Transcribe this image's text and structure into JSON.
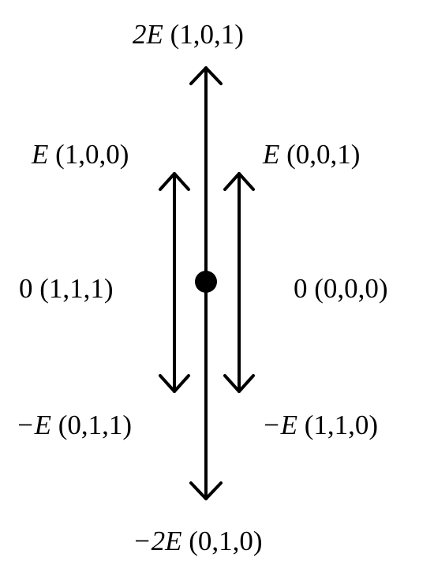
{
  "labels": {
    "top": {
      "energy": "2E",
      "state": " (1,0,1)"
    },
    "upper_left": {
      "energy": "E",
      "state": " (1,0,0)"
    },
    "upper_right": {
      "energy": "E",
      "state": " (0,0,1)"
    },
    "middle_left": {
      "energy": "0",
      "state": " (1,1,1)"
    },
    "middle_right": {
      "energy": "0",
      "state": " (0,0,0)"
    },
    "lower_left": {
      "energy": "−E",
      "state": " (0,1,1)"
    },
    "lower_right": {
      "energy": "−E",
      "state": " (1,1,0)"
    },
    "bottom": {
      "energy": "−2E",
      "state": " (0,1,0)"
    }
  },
  "colors": {
    "ink": "#000000",
    "background": "#ffffff"
  }
}
